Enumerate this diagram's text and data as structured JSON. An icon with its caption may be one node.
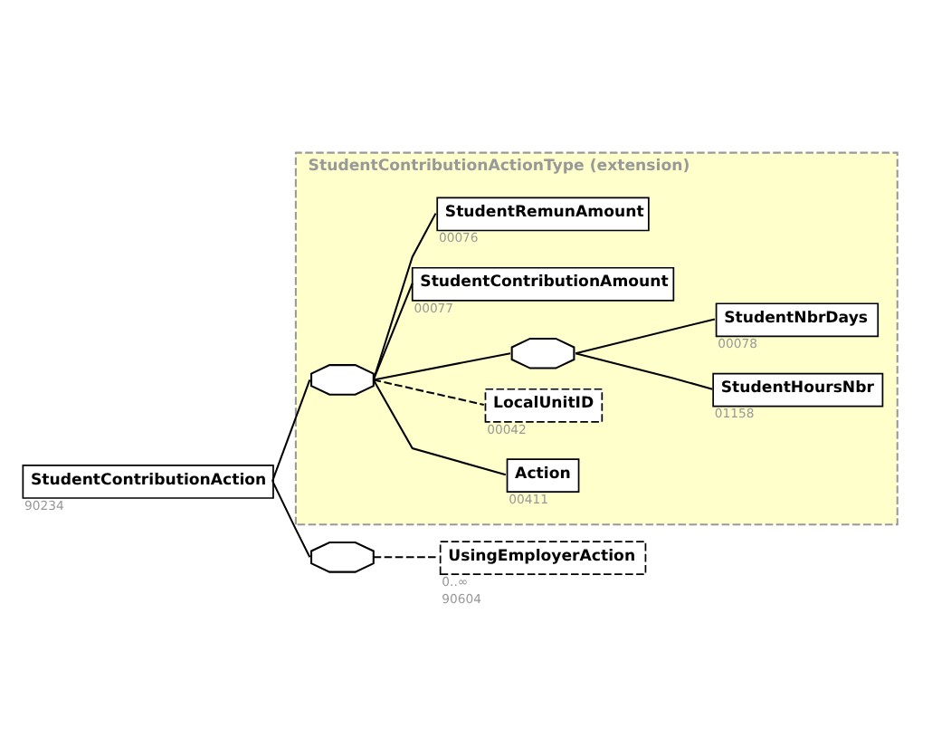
{
  "diagram": {
    "nodes": [
      {
        "text": [
          "StudentContributionAction"
        ],
        "beside": [
          "90234"
        ]
      },
      {
        "text": [
          "StudentContributionActionType (extension)"
        ]
      },
      {
        "text": [],
        "shape": "octagon",
        "in": 1
      },
      {
        "text": [
          "StudentRemunAmount"
        ],
        "beside": [
          "00076"
        ],
        "in": 1
      },
      {
        "text": [
          "StudentContributionAmount"
        ],
        "beside": [
          "00077"
        ],
        "in": 1
      },
      {
        "text": [],
        "shape": "octagon",
        "in": 1
      },
      {
        "text": [
          "StudentNbrDays"
        ],
        "beside": [
          "00078"
        ],
        "in": 1
      },
      {
        "text": [
          "StudentHoursNbr"
        ],
        "beside": [
          "01158"
        ],
        "in": 1
      },
      {
        "text": [
          "LocalUnitID"
        ],
        "beside": [
          "00042"
        ],
        "in": 1
      },
      {
        "text": [
          "Action"
        ],
        "beside": [
          "00411"
        ],
        "in": 1
      },
      {
        "text": [],
        "shape": "octagon"
      },
      {
        "text": [
          "UsingEmployerAction"
        ],
        "beside": [
          "0..∞",
          "90604"
        ]
      }
    ],
    "edges": [
      {
        "from": 0,
        "to": 2,
        "arrow": "none"
      },
      {
        "from": 0,
        "to": 10,
        "arrow": "none"
      },
      {
        "from": 2,
        "to": 3,
        "arrow": "none"
      },
      {
        "from": 2,
        "to": 4,
        "arrow": "none"
      },
      {
        "from": 2,
        "to": 5,
        "arrow": "none"
      },
      {
        "from": 5,
        "to": 6,
        "arrow": "none"
      },
      {
        "from": 5,
        "to": 7,
        "arrow": "none"
      },
      {
        "from": 2,
        "to": 8,
        "arrow": "none",
        "style": "dashed"
      },
      {
        "from": 2,
        "to": 9,
        "arrow": "none"
      },
      {
        "from": 10,
        "to": 11,
        "arrow": "none",
        "style": "dashed"
      }
    ]
  }
}
